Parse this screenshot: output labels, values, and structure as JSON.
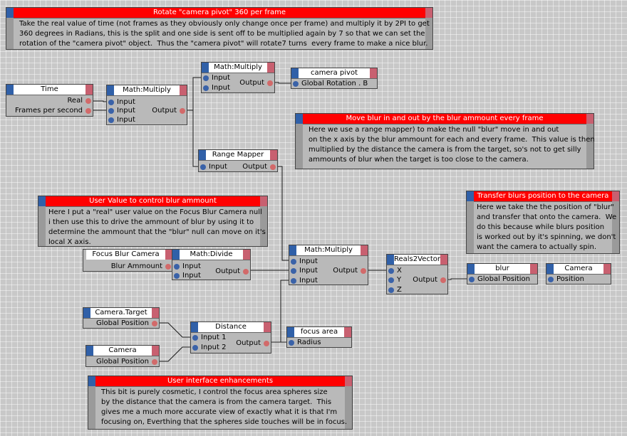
{
  "colors": {
    "note_header": "#ff0000",
    "in_port": "#3a62a8",
    "out_port": "#d26a6a",
    "wire": "#1a1a1a"
  },
  "notes": {
    "rotate": {
      "title": "Rotate \"camera pivot\" 360 per frame",
      "text": "Take the real value of time (not frames as they obviously only change once per frame) and multiply it by 2PI to get\n360 degrees in Radians, this is the split and one side is sent off to be multiplied again by 7 so that we can set the\nrotation of the \"camera pivot\" object.  Thus the \"camera pivot\" will rotate7 turns  every frame to make a nice blur."
    },
    "move_blur": {
      "title": "Move blur in and out by the blur ammount every frame",
      "text": "Here we use a range mapper) to make the null \"blur\" move in and out\non the x axis by the blur ammount for each and every frame.  This value is then\nmultiplied by the distance the camera is from the target, so's not to get silly\nammounts of blur when the target is too close to the camera."
    },
    "user_value": {
      "title": "User Value to control blur ammount",
      "text": "Here I put a \"real\" user value on the Focus Blur Camera null\ni then use this to drive the ammount of blur by using it to\ndetermine the ammount that the \"blur\" null can move on it's\nlocal X axis."
    },
    "transfer": {
      "title": "Transfer blurs position to the camera",
      "text": "Here we take the the position of \"blur\"\nand transfer that onto the camera.  We\ndo this because while blurs position\nis worked out by it's spinning, we don't\nwant the camera to actually spin."
    },
    "ui": {
      "title": "User interface enhancements",
      "text": "This bit is purely cosmetic, I control the focus area spheres size\nby the distance that the camera is from the camera target.  This\ngives me a much more accurate view of exactly what it is that I'm\nfocusing on, Everthing that the spheres side touches will be in focus."
    }
  },
  "nodes": {
    "time": {
      "title": "Time",
      "ports": [
        "Real",
        "Frames per second"
      ]
    },
    "multiply1": {
      "title": "Math:Multiply",
      "in": [
        "Input",
        "Input",
        "Input"
      ],
      "out": "Output"
    },
    "multiply2": {
      "title": "Math:Multiply",
      "in": [
        "Input",
        "Input"
      ],
      "out": "Output"
    },
    "camera_pivot": {
      "title": "camera pivot",
      "in": [
        "Global Rotation . B"
      ]
    },
    "range_mapper": {
      "title": "Range Mapper",
      "in": [
        "Input"
      ],
      "out": "Output"
    },
    "focus_blur_camera": {
      "title": "Focus Blur Camera",
      "out": "Blur Ammount"
    },
    "divide": {
      "title": "Math:Divide",
      "in": [
        "Input",
        "Input"
      ],
      "out": "Output"
    },
    "multiply3": {
      "title": "Math:Multiply",
      "in": [
        "Input",
        "Input",
        "Input"
      ],
      "out": "Output"
    },
    "reals2vector": {
      "title": "Reals2Vector",
      "in": [
        "X",
        "Y",
        "Z"
      ],
      "out": "Output"
    },
    "blur": {
      "title": "blur",
      "in": [
        "Global Position"
      ]
    },
    "camera_out": {
      "title": "Camera",
      "in": [
        "Position"
      ]
    },
    "camera_target": {
      "title": "Camera.Target",
      "out": "Global Position"
    },
    "camera_in": {
      "title": "Camera",
      "out": "Global Position"
    },
    "distance": {
      "title": "Distance",
      "in": [
        "Input 1",
        "Input 2"
      ],
      "out": "Output"
    },
    "focus_area": {
      "title": "focus area",
      "in": [
        "Radius"
      ]
    }
  }
}
